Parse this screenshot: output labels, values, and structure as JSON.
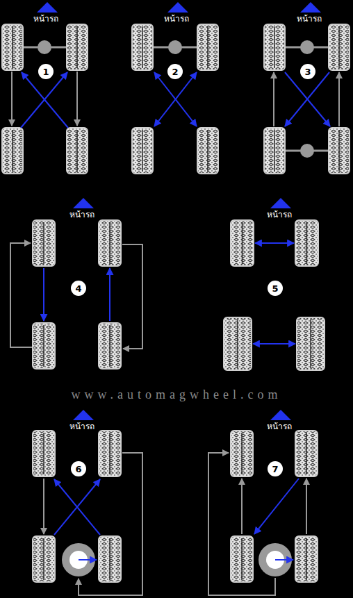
{
  "diagram": {
    "nodes": [
      {
        "text": [
          "1"
        ]
      },
      {
        "text": [
          "2"
        ]
      },
      {
        "text": [
          "3"
        ]
      },
      {
        "text": [
          "4"
        ]
      },
      {
        "text": [
          "5"
        ]
      },
      {
        "text": [
          "6"
        ]
      },
      {
        "text": [
          "7"
        ]
      }
    ],
    "labels": [
      "หน้ารถ",
      "หน้ารถ",
      "หน้ารถ",
      "หน้ารถ",
      "หน้ารถ",
      "หน้ารถ",
      "หน้ารถ",
      "www.automagwheel.com"
    ]
  }
}
